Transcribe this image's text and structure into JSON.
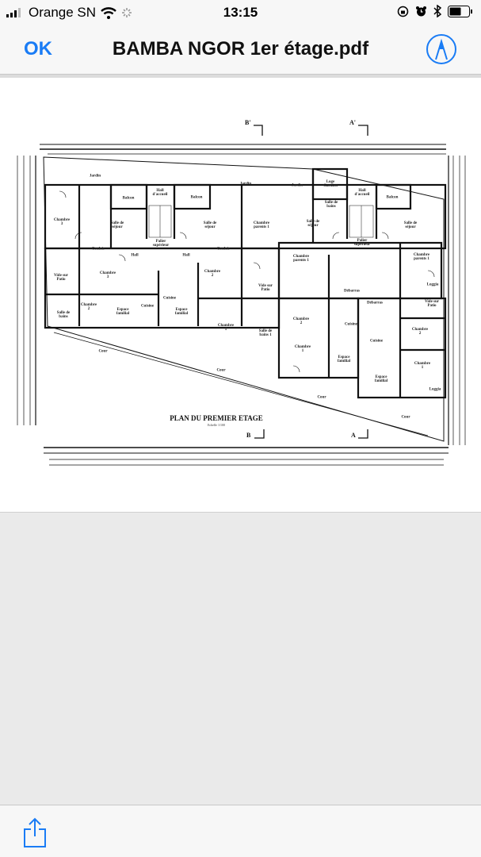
{
  "status_bar": {
    "carrier": "Orange SN",
    "time": "13:15"
  },
  "nav": {
    "done_label": "OK",
    "title": "BAMBA NGOR 1er étage.pdf",
    "markup_icon": "markup-pen-icon"
  },
  "plan": {
    "title": "PLAN DU PREMIER ETAGE",
    "scale": "Echelle 1/100",
    "section_markers": [
      "B'",
      "A'",
      "B",
      "A"
    ],
    "rooms": [
      "Jardin",
      "Balcon",
      "Hall\nd'accueil",
      "Balcon",
      "Jardin",
      "Jardin",
      "Loge\nGardien",
      "Hall\nd'accueil",
      "Balcon",
      "Chambre\n3",
      "Salle de\nséjour",
      "Salle de\nséjour",
      "Chambre\nparents 1",
      "Salle de\nséjour",
      "Salle de\nbains",
      "Salle de\nséjour",
      "Palier\nsupérieur",
      "Palier\nsupérieur",
      "Couloir",
      "Couloir",
      "Hall",
      "Hall",
      "Chambre\nparents 1",
      "Chambre\nparents 1",
      "Chambre\n2",
      "Vide sur\nPatio",
      "Vide sur\nPatio",
      "Chambre\n3",
      "Cuisine",
      "Cuisine",
      "Chambre\n2",
      "Espace\nfamilial",
      "Salle de\nbains",
      "Espace\nfamilial",
      "Chambre\n1",
      "Salle de\nbains 1",
      "Cour",
      "Cour",
      "Cour",
      "Cour",
      "Chambre\n2",
      "Chambre\n1",
      "Cuisine",
      "Espace\nfamilial",
      "Espace\nfamilial",
      "Cuisine",
      "Chambre\n2",
      "Chambre\n1",
      "Loggia",
      "Loggia",
      "Vide sur\nPatio",
      "Débarras",
      "Débarras"
    ]
  },
  "toolbar": {
    "share_icon": "share-icon"
  }
}
